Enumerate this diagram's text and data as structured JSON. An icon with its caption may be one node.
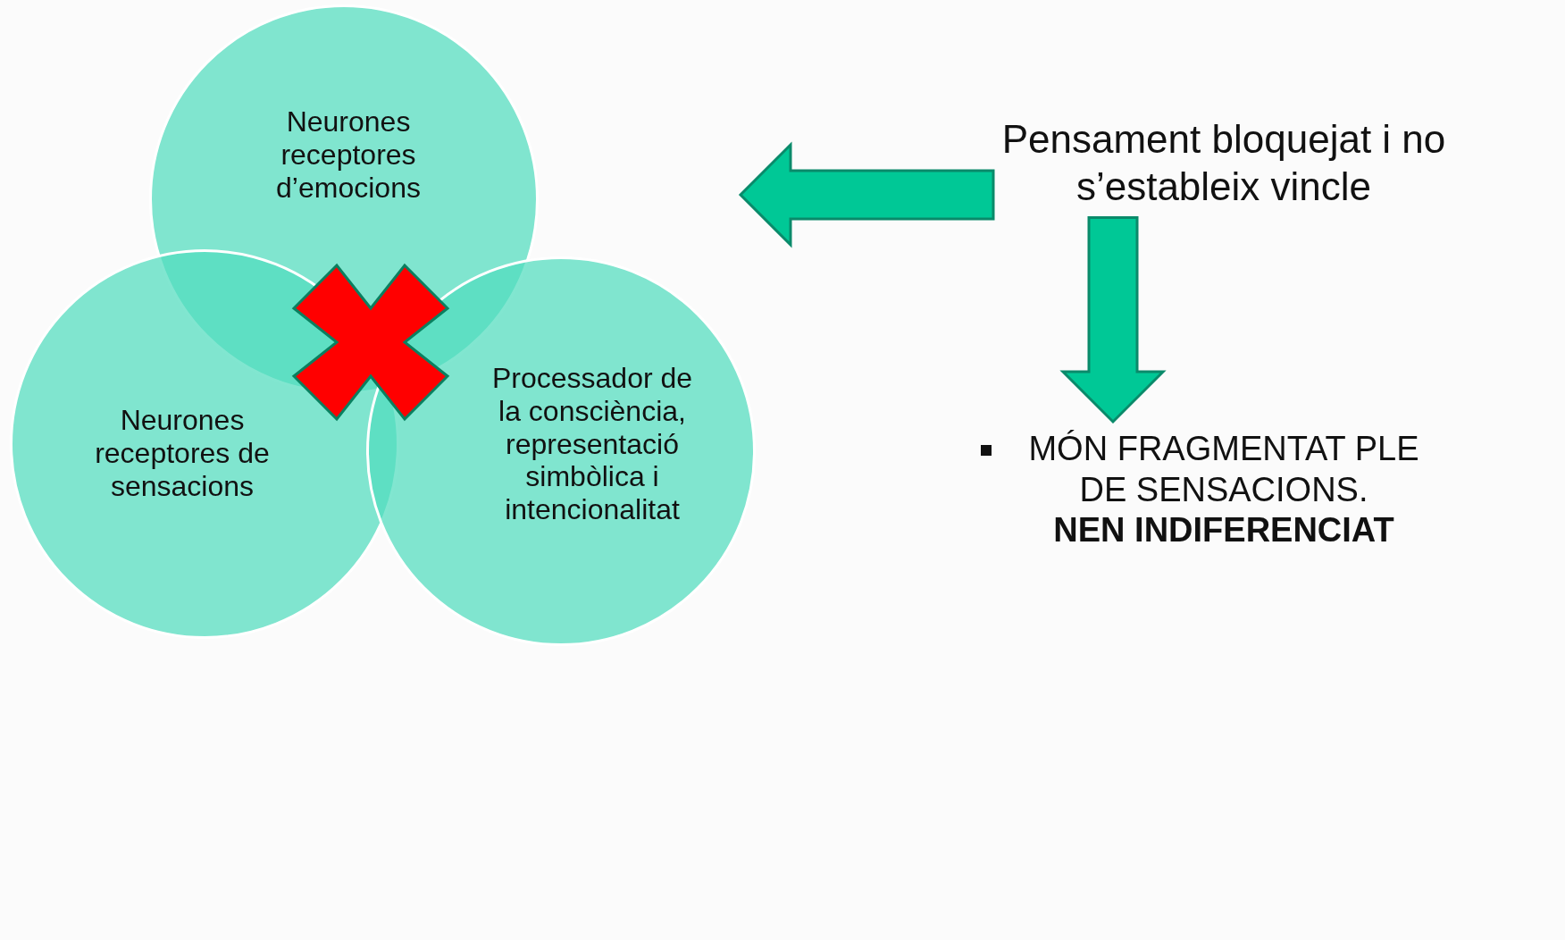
{
  "diagram": {
    "nodes": [
      {
        "text": [
          "Neurones receptores d’emocions"
        ]
      },
      {
        "text": [
          "Neurones receptores de sensacions"
        ]
      },
      {
        "text": [
          "Processador de la consciència, representació simbòlica i intencionalitat"
        ]
      },
      {
        "text": [
          "Pensament bloquejat i no s’estableix vincle"
        ]
      },
      {
        "text": [
          "MÓN FRAGMENTAT PLE DE SENSACIONS.",
          "NEN INDIFERENCIAT"
        ]
      }
    ],
    "edges": [
      {
        "from": 3,
        "to": null,
        "arrow": "to"
      },
      {
        "from": 3,
        "to": 4,
        "arrow": "to"
      }
    ]
  }
}
